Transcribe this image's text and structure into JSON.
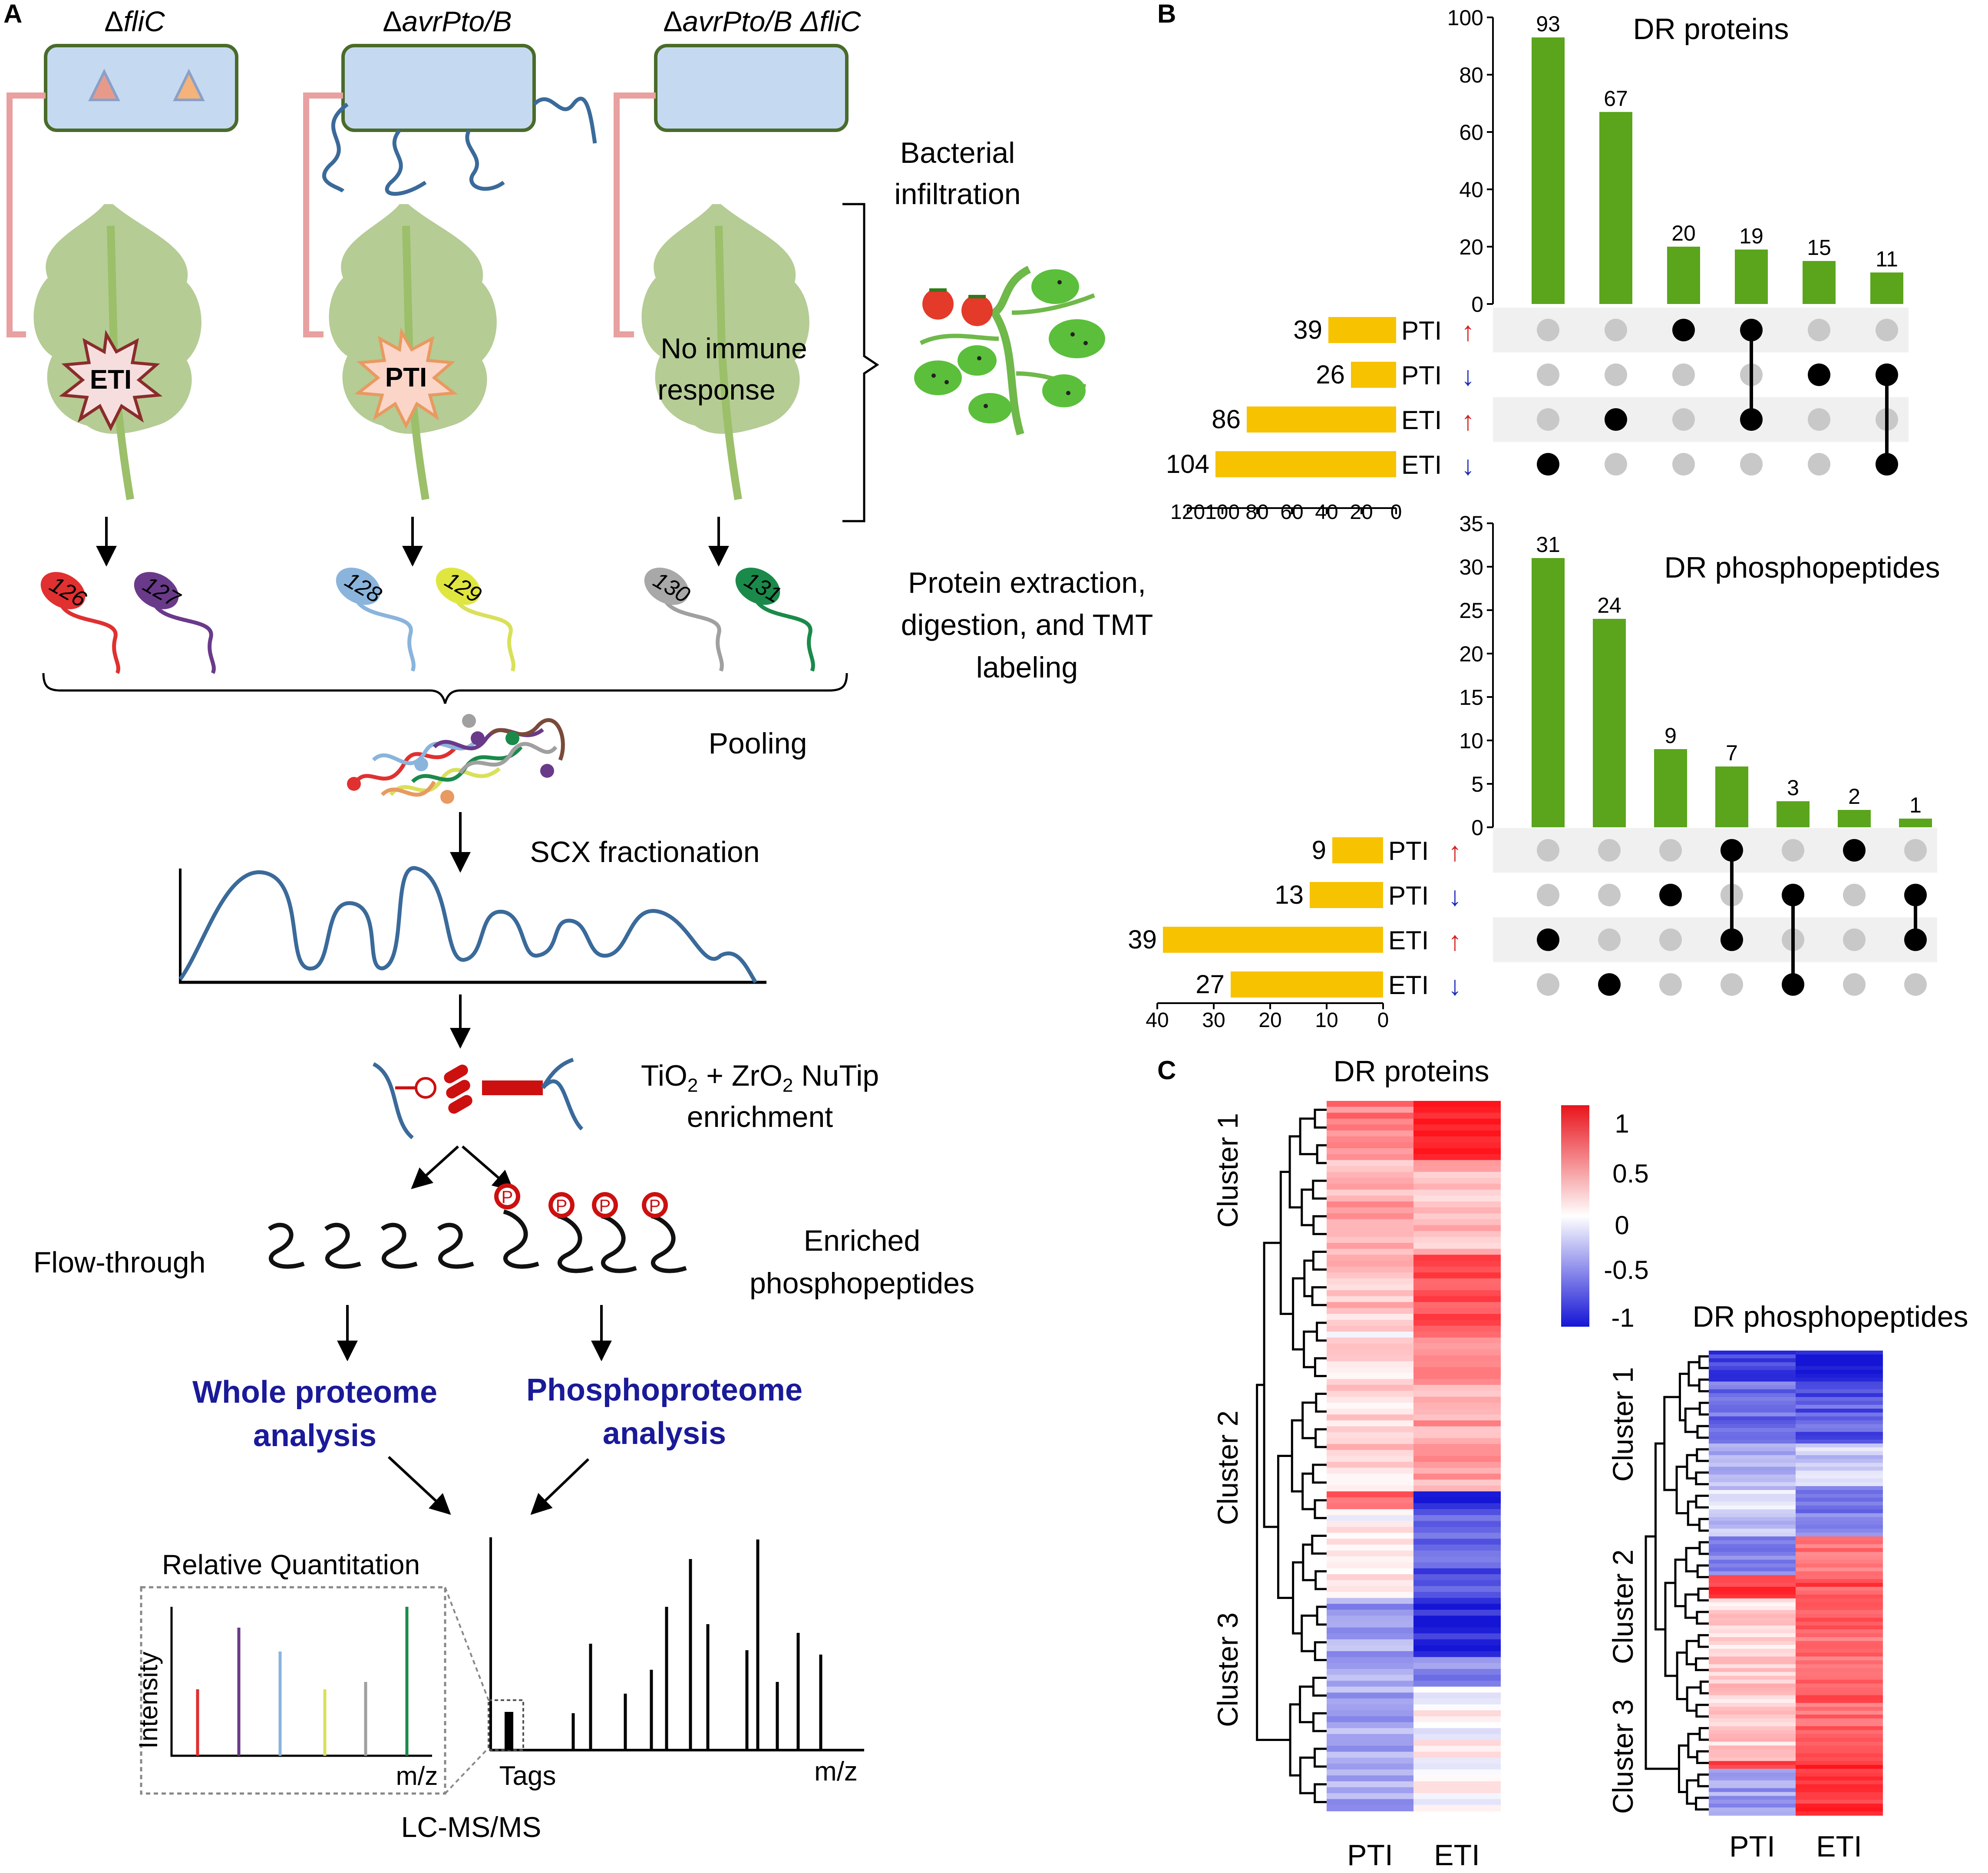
{
  "panel_labels": {
    "a": "A",
    "b": "B",
    "c": "C"
  },
  "panel_a": {
    "strains": [
      {
        "prefix": "Δ",
        "name": "fliC",
        "suffix": ""
      },
      {
        "prefix": "Δ",
        "name": "avrPto/B",
        "suffix": ""
      },
      {
        "prefix": "Δ",
        "name": "avrPto/B Δ",
        "suffix": "fliC"
      }
    ],
    "responses": {
      "eti": "ETI",
      "pti": "PTI",
      "none_line1": "No immune",
      "none_line2": "response"
    },
    "bacterial_infiltration": [
      "Bacterial",
      "infiltration"
    ],
    "tmt_tags": [
      "126",
      "127",
      "128",
      "129",
      "130",
      "131"
    ],
    "protein_extraction": [
      "Protein extraction,",
      "digestion, and TMT",
      "labeling"
    ],
    "pooling": "Pooling",
    "scx": "SCX fractionation",
    "enrichment": {
      "line1_prefix": "TiO",
      "sub1": "2",
      "mid": " + ZrO",
      "sub2": "2",
      "line1_suffix": " NuTip",
      "line2": "enrichment"
    },
    "flow_through": "Flow-through",
    "enriched": [
      "Enriched",
      "phosphopeptides"
    ],
    "phospho_symbol": "P",
    "whole_proteome": [
      "Whole proteome",
      "analysis"
    ],
    "phosphoproteome": [
      "Phosphoproteome",
      "analysis"
    ],
    "relative_quantitation": "Relative Quantitation",
    "intensity": "Intensity",
    "mz": "m/z",
    "tags": "Tags",
    "lcms": "LC-MS/MS"
  },
  "chart_data": [
    {
      "type": "bar",
      "title": "DR proteins",
      "ylim": [
        0,
        100
      ],
      "yticks": [
        0,
        20,
        40,
        60,
        80,
        100
      ],
      "values": [
        93,
        67,
        20,
        19,
        15,
        11
      ],
      "color": "#5aa51c",
      "sets": [
        {
          "label": "PTI",
          "direction": "↑",
          "size": 39
        },
        {
          "label": "PTI",
          "direction": "↓",
          "size": 26
        },
        {
          "label": "ETI",
          "direction": "↑",
          "size": 86
        },
        {
          "label": "ETI",
          "direction": "↓",
          "size": 104
        }
      ],
      "set_size_ticks": [
        120,
        100,
        80,
        60,
        40,
        20,
        0
      ],
      "set_size_max": 120,
      "intersections": [
        [
          3
        ],
        [
          2
        ],
        [
          0
        ],
        [
          0,
          2
        ],
        [
          1
        ],
        [
          1,
          3
        ]
      ]
    },
    {
      "type": "bar",
      "title": "DR phosphopeptides",
      "ylim": [
        0,
        35
      ],
      "yticks": [
        0,
        5,
        10,
        15,
        20,
        25,
        30,
        35
      ],
      "values": [
        31,
        24,
        9,
        7,
        3,
        2,
        1
      ],
      "color": "#5aa51c",
      "sets": [
        {
          "label": "PTI",
          "direction": "↑",
          "size": 9
        },
        {
          "label": "PTI",
          "direction": "↓",
          "size": 13
        },
        {
          "label": "ETI",
          "direction": "↑",
          "size": 39
        },
        {
          "label": "ETI",
          "direction": "↓",
          "size": 27
        }
      ],
      "set_size_ticks": [
        40,
        30,
        20,
        10,
        0
      ],
      "set_size_max": 40,
      "intersections": [
        [
          2
        ],
        [
          3
        ],
        [
          1
        ],
        [
          0,
          2
        ],
        [
          1,
          3
        ],
        [
          0
        ],
        [
          1,
          2
        ]
      ]
    },
    {
      "type": "heatmap",
      "title": "DR proteins",
      "columns": [
        "PTI",
        "ETI"
      ],
      "clusters": [
        "Cluster 1",
        "Cluster 2",
        "Cluster 3"
      ],
      "scale": [
        -1,
        1
      ]
    },
    {
      "type": "heatmap",
      "title": "DR phosphopeptides",
      "columns": [
        "PTI",
        "ETI"
      ],
      "clusters": [
        "Cluster 1",
        "Cluster 2",
        "Cluster 3"
      ],
      "scale": [
        -1,
        1
      ]
    }
  ],
  "colorbar": {
    "ticks": [
      "1",
      "0.5",
      "0",
      "-0.5",
      "-1"
    ],
    "high": "#e8141c",
    "mid": "#ffffff",
    "low": "#1515d6"
  },
  "colors": {
    "up_arrow": "#d42020",
    "down_arrow": "#1a2ab8",
    "set_bar": "#f7c200",
    "dot_on": "#000000",
    "dot_off": "#c8c8c8",
    "blue_text": "#1a1a99"
  }
}
